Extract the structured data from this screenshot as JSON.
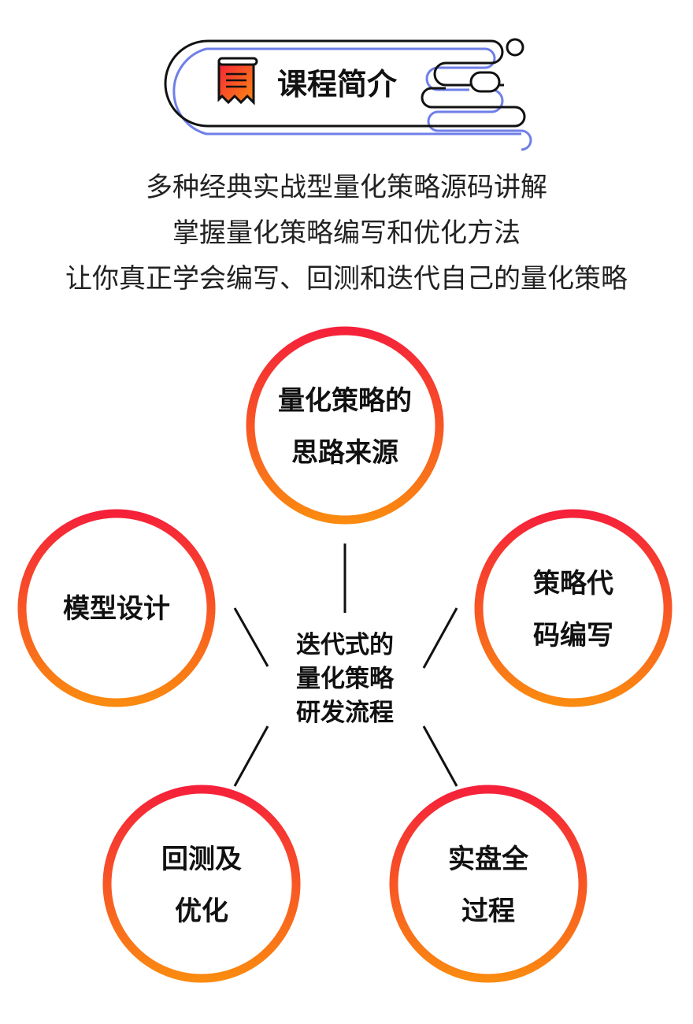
{
  "header": {
    "title": "课程简介",
    "icon": "scroll-document-icon"
  },
  "intro_lines": [
    "多种经典实战型量化策略源码讲解",
    "掌握量化策略编写和优化方法",
    "让你真正学会编写、回测和迭代自己的量化策略"
  ],
  "diagram": {
    "center_lines": [
      "迭代式的",
      "量化策略",
      "研发流程"
    ],
    "nodes": [
      {
        "lines": [
          "量化策略的",
          "思路来源"
        ]
      },
      {
        "lines": [
          "模型设计"
        ]
      },
      {
        "lines": [
          "策略代",
          "码编写"
        ]
      },
      {
        "lines": [
          "回测及",
          "优化"
        ]
      },
      {
        "lines": [
          "实盘全",
          "过程"
        ]
      }
    ]
  },
  "colors": {
    "ring_top": "#f5213a",
    "ring_bottom": "#fa8a10",
    "shadow": "#6f7fe8",
    "outline": "#111111"
  }
}
